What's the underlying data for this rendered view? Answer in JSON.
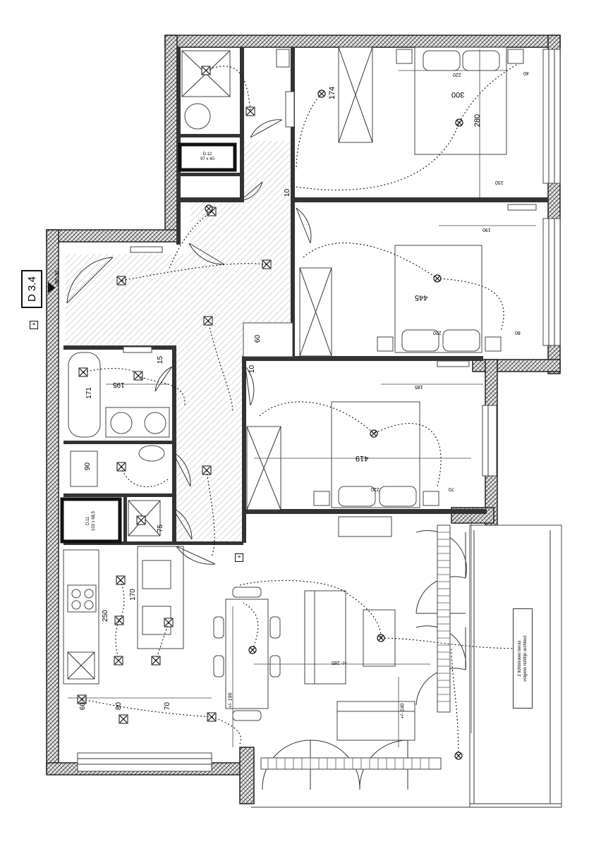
{
  "plan": {
    "unit_tag": "D 3.4",
    "entrance_code": "RF 30",
    "storage_1": {
      "code": "D.12",
      "size": "97 x 40"
    },
    "storage_2": {
      "code": "D.11",
      "size": "103 x 68,5"
    },
    "terrace_note": [
      "2 lichtstraten terras",
      "volgens richtlijn architect"
    ],
    "dimensions": {
      "bedroom1_width": "300",
      "bedroom1_length": "280",
      "bedroom1_closet": "174",
      "bedroom1_wall": "40",
      "bedroom1_bed": "220",
      "bedroom1_side": "150",
      "bedroom2_length": "445",
      "bedroom2_bed": "220",
      "bedroom2_top": "190",
      "bedroom2_side": "80",
      "closet_60": "60",
      "bedroom3_length": "419",
      "bedroom3_bed": "220",
      "bedroom3_top": "185",
      "bedroom3_side": "70",
      "door_10_a": "10",
      "door_10_b": "10",
      "bath_tub": "171",
      "bath_width": "195",
      "bath_15": "15",
      "wc_90": "90",
      "kitchen_250": "250",
      "kitchen_170": "170",
      "storage_75": "75",
      "bottom_60": "60",
      "bottom_80": "80",
      "bottom_70": "70",
      "living_190": "+/- 190",
      "living_285": "+/- 285",
      "living_240": "+/- 240"
    }
  }
}
